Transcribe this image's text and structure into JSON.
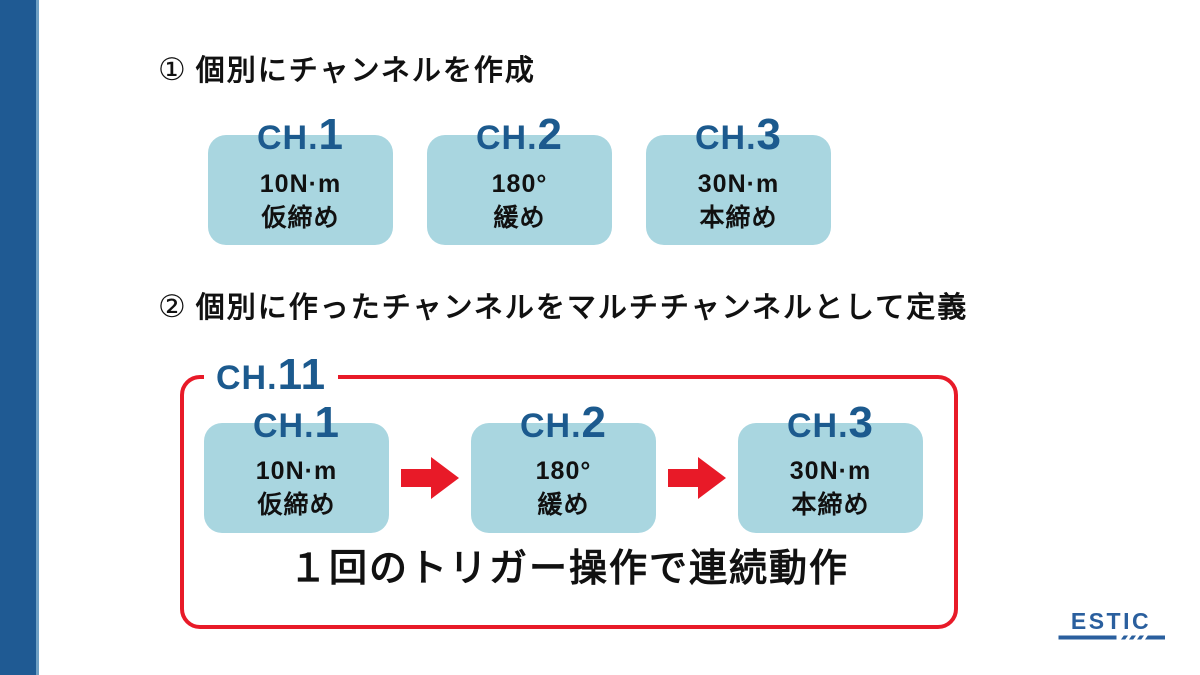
{
  "slide": {
    "background": "#ffffff",
    "accent_bar_color": "#1f5a93",
    "accent_stripe_color": "#6fa0c4"
  },
  "colors": {
    "box_fill": "#a9d6e0",
    "channel_label_blue": "#1c5a8e",
    "red": "#e81a28",
    "text": "#111111",
    "logo_blue": "#2a5f9e"
  },
  "section1": {
    "number": "①",
    "heading": "個別にチャンネルを作成",
    "channels": [
      {
        "prefix": "CH.",
        "num": "1",
        "line1": "10N·m",
        "line2": "仮締め"
      },
      {
        "prefix": "CH.",
        "num": "2",
        "line1": "180°",
        "line2": "緩め"
      },
      {
        "prefix": "CH.",
        "num": "3",
        "line1": "30N·m",
        "line2": "本締め"
      }
    ]
  },
  "section2": {
    "number": "②",
    "heading": "個別に作ったチャンネルをマルチチャンネルとして定義",
    "multi_channel": {
      "prefix": "CH.",
      "num": "11"
    },
    "channels": [
      {
        "prefix": "CH.",
        "num": "1",
        "line1": "10N·m",
        "line2": "仮締め"
      },
      {
        "prefix": "CH.",
        "num": "2",
        "line1": "180°",
        "line2": "緩め"
      },
      {
        "prefix": "CH.",
        "num": "3",
        "line1": "30N·m",
        "line2": "本締め"
      }
    ],
    "caption": "１回のトリガー操作で連続動作"
  },
  "logo": {
    "text": "ESTIC"
  }
}
